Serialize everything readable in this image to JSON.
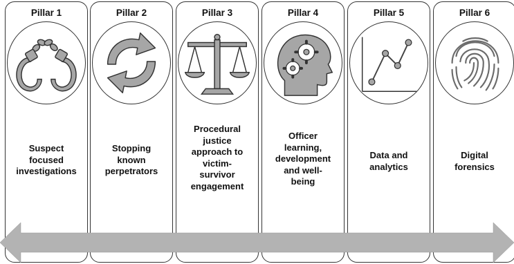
{
  "pillars": [
    {
      "title": "Pillar 1",
      "icon": "handcuffs-icon",
      "desc_lines": [
        "Suspect",
        "focused",
        "investigations"
      ]
    },
    {
      "title": "Pillar 2",
      "icon": "cycle-arrows-icon",
      "desc_lines": [
        "Stopping",
        "known",
        "perpetrators"
      ]
    },
    {
      "title": "Pillar 3",
      "icon": "scales-of-justice-icon",
      "desc_lines": [
        "Procedural",
        "justice",
        "approach to",
        "victim-",
        "survivor",
        "engagement"
      ]
    },
    {
      "title": "Pillar 4",
      "icon": "head-gears-icon",
      "desc_lines": [
        "Officer",
        "learning,",
        "development",
        "and well-",
        "being"
      ]
    },
    {
      "title": "Pillar 5",
      "icon": "line-chart-icon",
      "desc_lines": [
        "Data and",
        "analytics"
      ]
    },
    {
      "title": "Pillar 6",
      "icon": "fingerprint-icon",
      "desc_lines": [
        "Digital",
        "forensics"
      ]
    }
  ],
  "colors": {
    "arrow": "#b3b3b3",
    "icon_fill": "#a6a6a6",
    "icon_dark": "#6b6b6b",
    "border": "#333333"
  }
}
